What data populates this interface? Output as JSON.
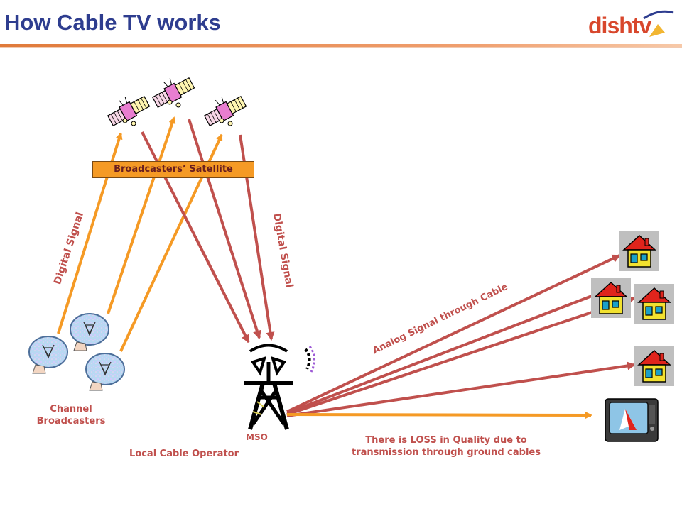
{
  "title": "How Cable TV works",
  "logo": {
    "text": "dishtv"
  },
  "labels": {
    "satellite_box": "Broadcasters’ Satellite",
    "digital_signal_left": "Digital Signal",
    "digital_signal_right": "Digital Signal",
    "analog_signal": "Analog Signal through Cable",
    "channel_broadcasters_line1": "Channel",
    "channel_broadcasters_line2": "Broadcasters",
    "mso": "MSO",
    "local_cable_operator": "Local Cable Operator",
    "loss_note_line1": "There is LOSS in Quality due to",
    "loss_note_line2": "transmission through ground cables"
  },
  "colors": {
    "title": "#2e3d8f",
    "uplink_arrow": "#f59a25",
    "downlink_arrow": "#c0504d",
    "label_text": "#c0504d",
    "title_rule": "#e07a3a"
  },
  "icons": [
    "satellite-icon",
    "dish-antenna-icon",
    "transmission-tower-icon",
    "house-icon",
    "television-icon"
  ]
}
